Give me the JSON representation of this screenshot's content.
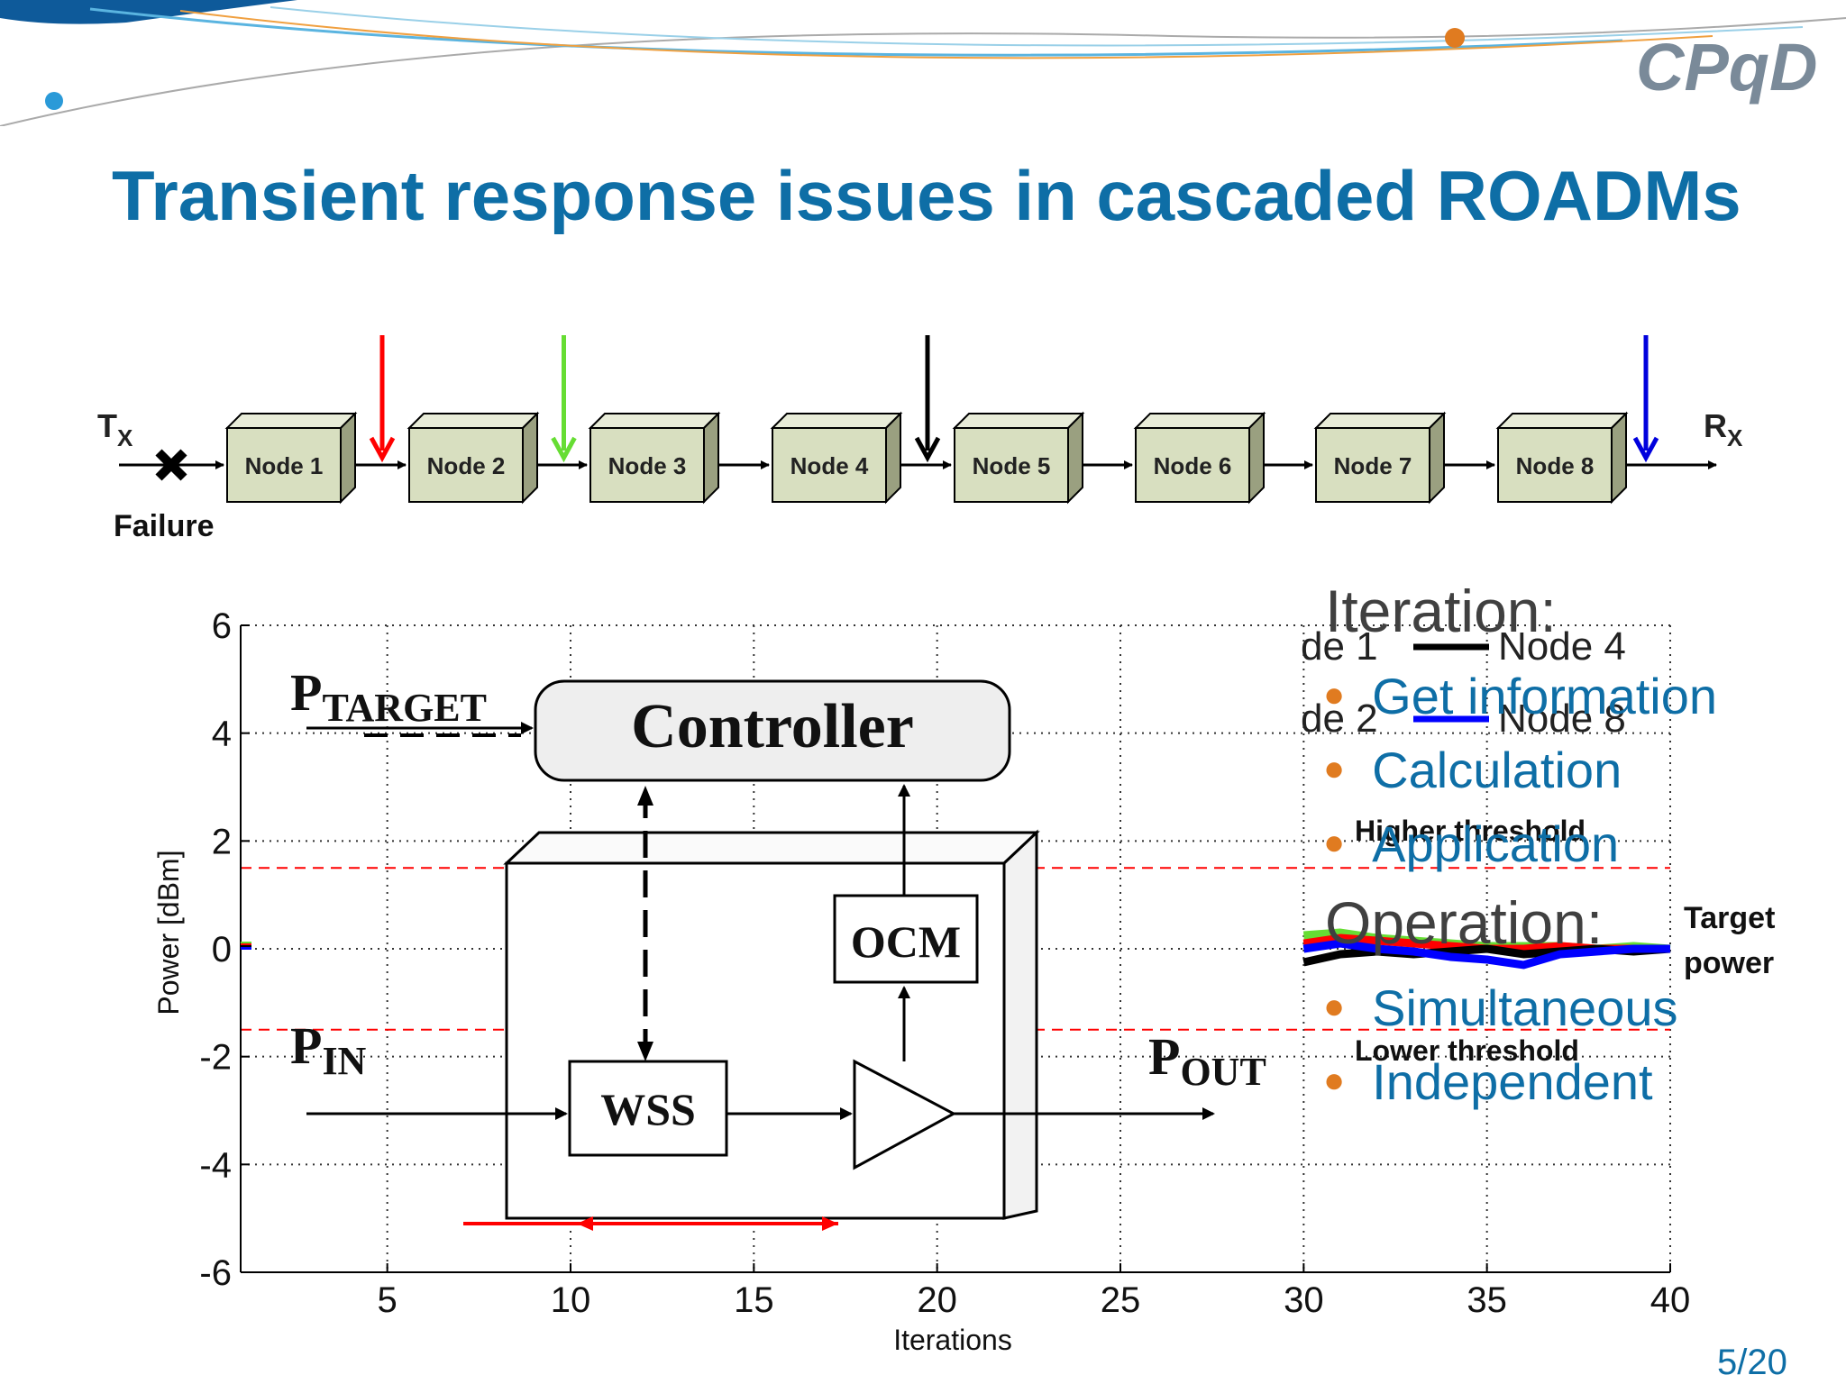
{
  "slide": {
    "title": "Transient response issues in cascaded ROADMs",
    "logo_text": "CPqD",
    "page_number": "5/20"
  },
  "chain": {
    "tx_label": "T",
    "tx_sub": "X",
    "rx_label": "R",
    "rx_sub": "X",
    "failure_label": "Failure",
    "nodes": [
      "Node 1",
      "Node 2",
      "Node 3",
      "Node 4",
      "Node 5",
      "Node 6",
      "Node 7",
      "Node 8"
    ],
    "monitor_arrows": [
      {
        "after_node": 1,
        "color": "#ff0000"
      },
      {
        "after_node": 2,
        "color": "#66dd33"
      },
      {
        "after_node": 4,
        "color": "#000000"
      },
      {
        "after_node": 8,
        "color": "#0000dd"
      }
    ]
  },
  "chart_data": {
    "type": "line",
    "xlabel": "Iterations",
    "ylabel": "Power [dBm]",
    "xlim": [
      1,
      40
    ],
    "ylim": [
      -6,
      6
    ],
    "xticks": [
      5,
      10,
      15,
      20,
      25,
      30,
      35,
      40
    ],
    "yticks": [
      -6,
      -4,
      -2,
      0,
      2,
      4,
      6
    ],
    "grid": true,
    "thresholds": [
      {
        "label": "Higher threshold",
        "value": 1.5,
        "color": "#ff0000"
      },
      {
        "label": "Lower threshold",
        "value": -1.5,
        "color": "#ff0000"
      }
    ],
    "target_label": "Target power",
    "legend_entries": [
      {
        "text": "de 1",
        "color": "#ff0000"
      },
      {
        "text": "de 2",
        "color": "#66dd33"
      },
      {
        "text": "Node 4",
        "color": "#000000"
      },
      {
        "text": "Node 8",
        "color": "#0000ff"
      }
    ],
    "series": [
      {
        "color": "#66dd33",
        "x": [
          30,
          31,
          32,
          33,
          34,
          35,
          36,
          37,
          38,
          39,
          40
        ],
        "y": [
          0.25,
          0.3,
          0.2,
          0.15,
          0.1,
          0.05,
          0.05,
          0.05,
          0.0,
          0.05,
          0.0
        ]
      },
      {
        "color": "#ff0000",
        "x": [
          30,
          31,
          32,
          33,
          34,
          35,
          36,
          37,
          38,
          39,
          40
        ],
        "y": [
          0.1,
          0.2,
          0.15,
          0.1,
          0.05,
          0.0,
          0.0,
          0.05,
          0.0,
          0.0,
          0.0
        ]
      },
      {
        "color": "#000000",
        "x": [
          30,
          31,
          32,
          33,
          34,
          35,
          36,
          37,
          38,
          39,
          40
        ],
        "y": [
          -0.25,
          -0.1,
          -0.05,
          -0.1,
          -0.05,
          0.0,
          -0.1,
          -0.05,
          0.0,
          -0.05,
          0.0
        ]
      },
      {
        "color": "#0000ff",
        "x": [
          30,
          31,
          32,
          33,
          34,
          35,
          36,
          37,
          38,
          39,
          40
        ],
        "y": [
          0.0,
          0.1,
          0.0,
          -0.05,
          -0.15,
          -0.2,
          -0.3,
          -0.1,
          -0.05,
          0.0,
          0.0
        ]
      }
    ]
  },
  "overlay": {
    "p_target": "P",
    "p_target_sub": "TARGET",
    "p_in": "P",
    "p_in_sub": "IN",
    "p_out": "P",
    "p_out_sub": "OUT",
    "controller": "Controller",
    "ocm": "OCM",
    "wss": "WSS"
  },
  "bullets": {
    "iteration_heading": "Iteration:",
    "iteration_items": [
      "Get information",
      "Calculation",
      "Application"
    ],
    "operation_heading": "Operation:",
    "operation_items": [
      "Simultaneous",
      "Independent"
    ]
  },
  "colors": {
    "title": "#0e6ea6",
    "accent_orange": "#e07b20",
    "node_fill": "#d8dfc0"
  }
}
